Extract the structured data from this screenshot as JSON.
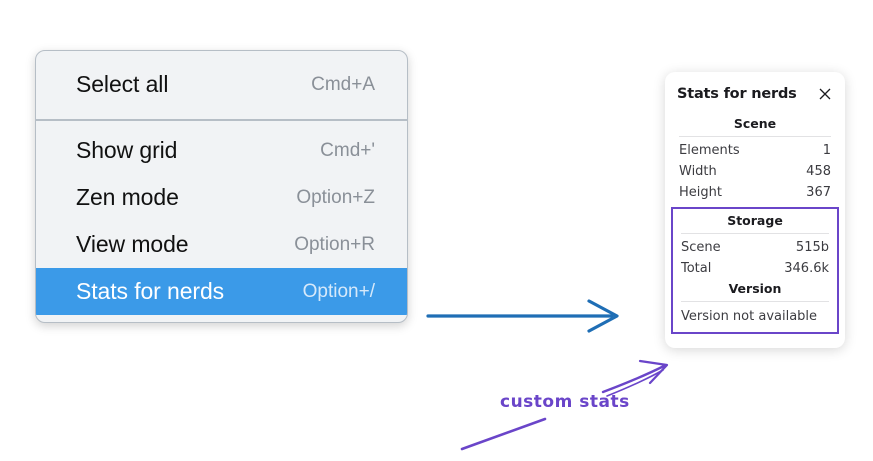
{
  "context_menu": {
    "groups": [
      {
        "items": [
          {
            "label": "Select all",
            "shortcut": "Cmd+A",
            "selected": false
          }
        ]
      },
      {
        "items": [
          {
            "label": "Show grid",
            "shortcut": "Cmd+'",
            "selected": false
          },
          {
            "label": "Zen mode",
            "shortcut": "Option+Z",
            "selected": false
          },
          {
            "label": "View mode",
            "shortcut": "Option+R",
            "selected": false
          },
          {
            "label": "Stats for nerds",
            "shortcut": "Option+/",
            "selected": true
          }
        ]
      }
    ],
    "highlight_color": "#3b9ae8"
  },
  "stats_panel": {
    "title": "Stats for nerds",
    "close_icon": "close-icon",
    "sections": [
      {
        "name": "scene",
        "heading": "Scene",
        "rows": [
          {
            "label": "Elements",
            "value": "1"
          },
          {
            "label": "Width",
            "value": "458"
          },
          {
            "label": "Height",
            "value": "367"
          }
        ]
      },
      {
        "name": "storage",
        "heading": "Storage",
        "rows": [
          {
            "label": "Scene",
            "value": "515b"
          },
          {
            "label": "Total",
            "value": "346.6k"
          }
        ]
      },
      {
        "name": "version",
        "heading": "Version",
        "note": "Version not available"
      }
    ]
  },
  "annotations": {
    "label": "custom stats",
    "purple_color": "#6a45c9",
    "blue_color": "#1f6eb5"
  }
}
